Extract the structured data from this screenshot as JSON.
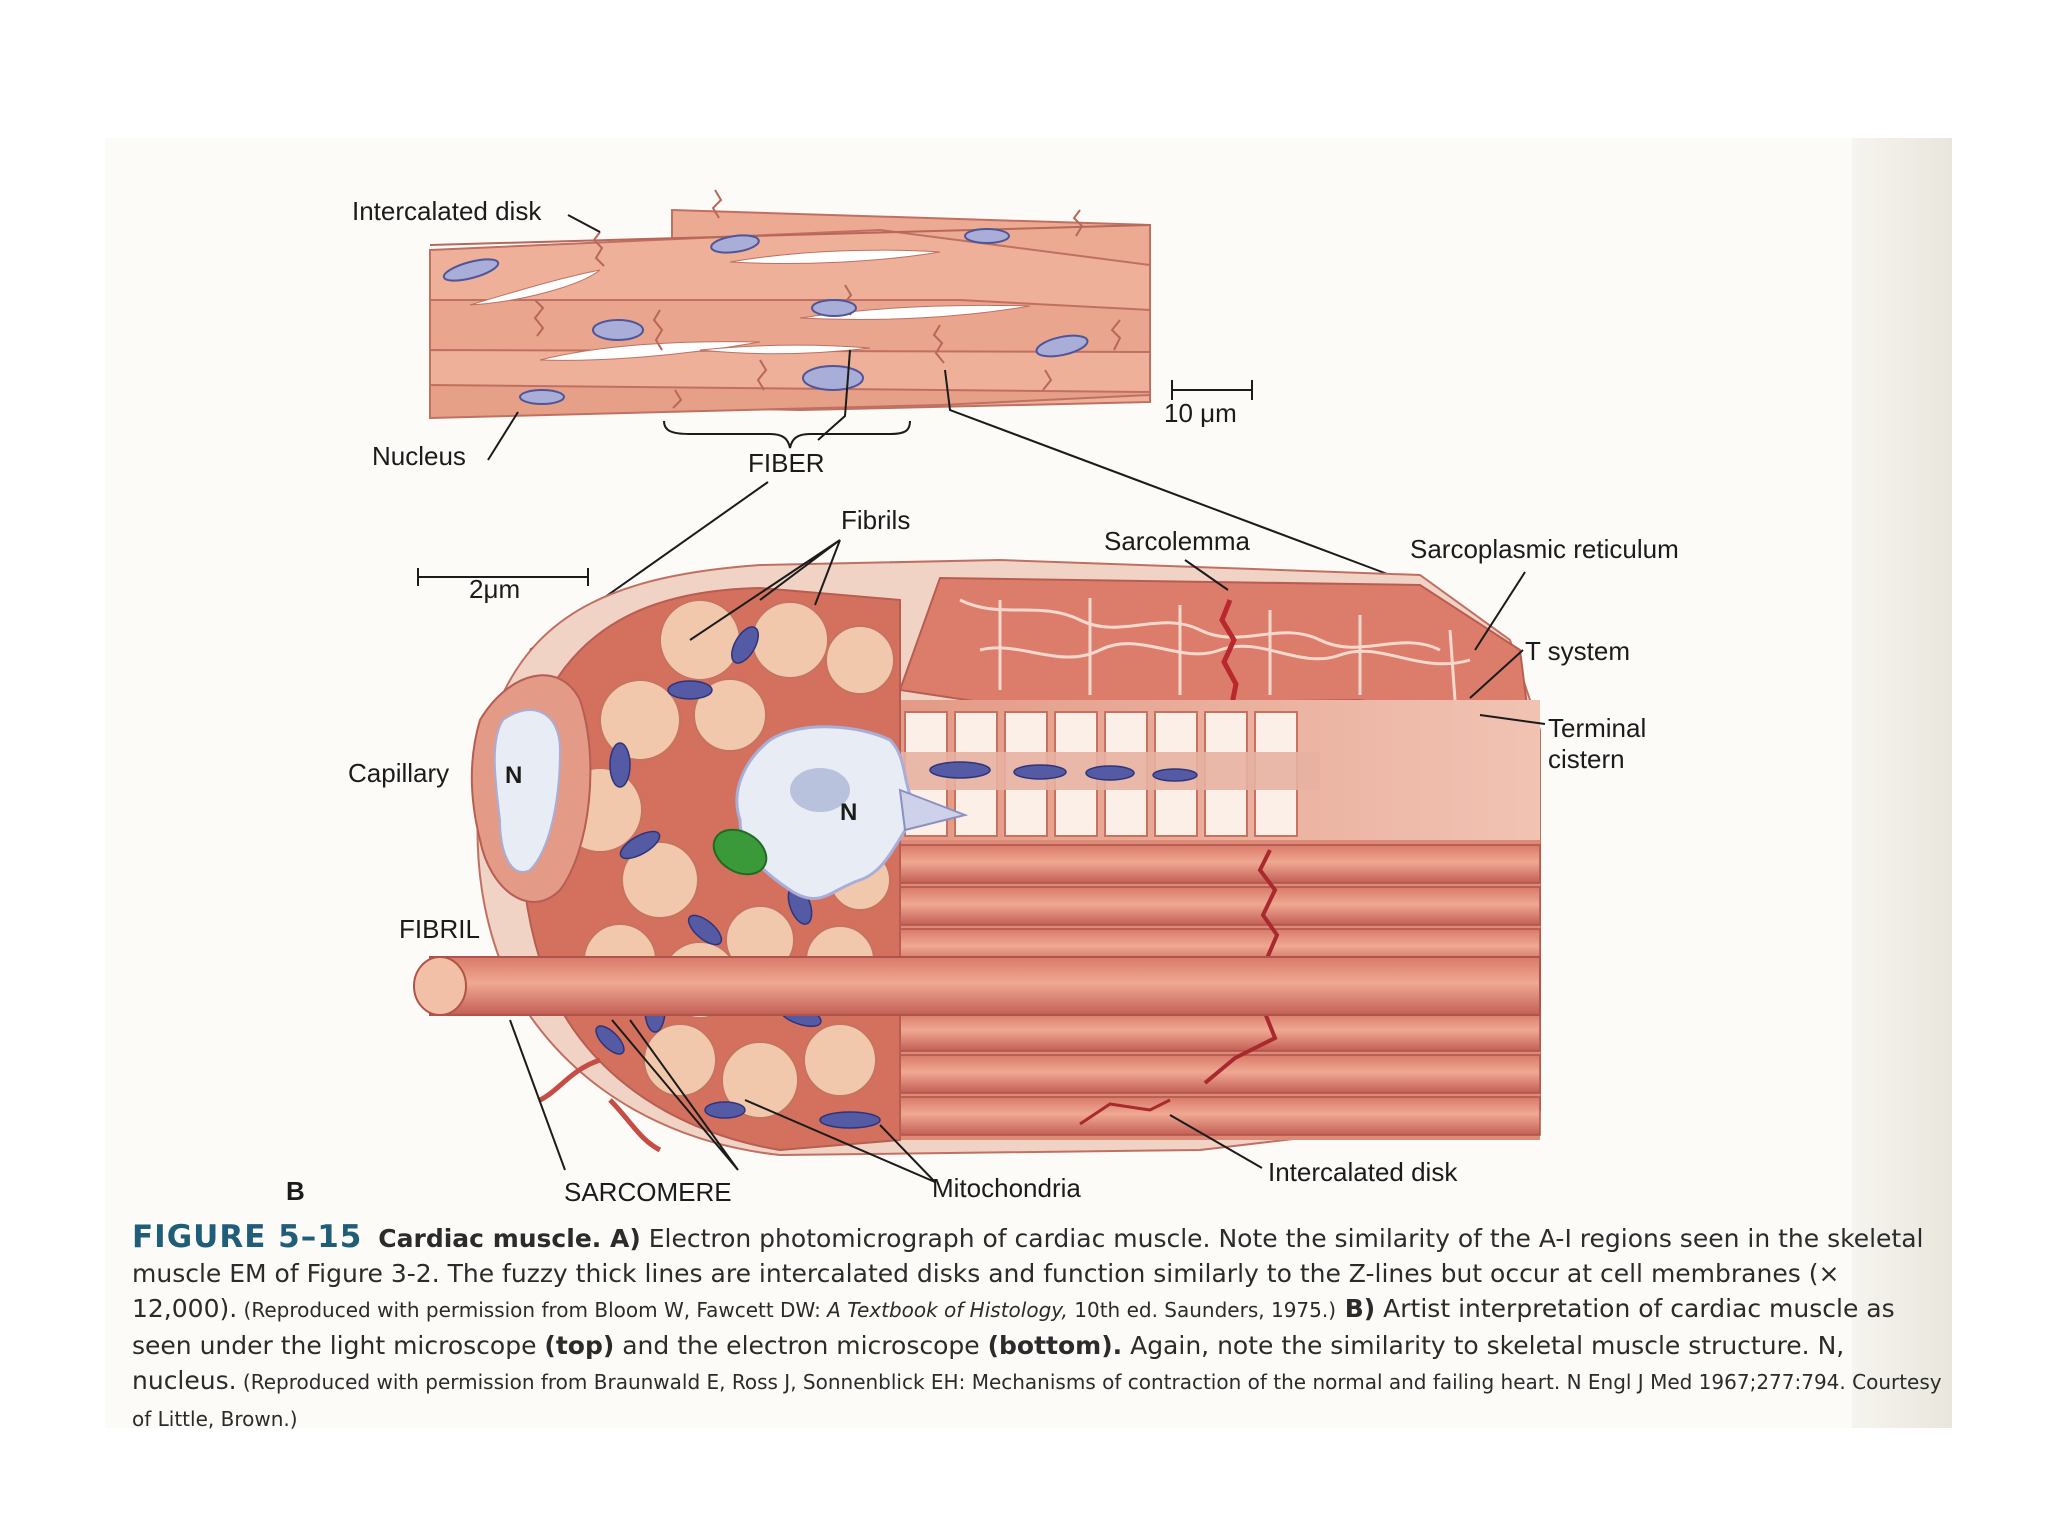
{
  "labels": {
    "intercalated_disk_top": "Intercalated disk",
    "nucleus": "Nucleus",
    "fiber": "FIBER",
    "scale_10": "10 μm",
    "fibrils": "Fibrils",
    "sarcolemma": "Sarcolemma",
    "sarcoplasmic_reticulum": "Sarcoplasmic reticulum",
    "scale_2": "2μm",
    "t_system": "T system",
    "terminal_cistern_1": "Terminal",
    "terminal_cistern_2": "cistern",
    "capillary": "Capillary",
    "capillary_nucleus": "N",
    "cell_nucleus": "N",
    "fibril": "FIBRIL",
    "panel_b": "B",
    "sarcomere": "SARCOMERE",
    "mitochondria": "Mitochondria",
    "intercalated_disk_bottom": "Intercalated disk"
  },
  "caption": {
    "figure_number": "FIGURE 5–15",
    "title": "Cardiac muscle. A)",
    "text_a": " Electron photomicrograph of cardiac muscle. Note the similarity of the A-I regions seen in the skeletal muscle EM of Figure 3-2. The fuzzy thick lines are intercalated disks and function similarly to the Z-lines but occur at cell membranes (× 12,000).",
    "credit_a_pre": " (Reproduced with permission from Bloom W, Fawcett DW: ",
    "credit_a_book": "A Textbook of Histology,",
    "credit_a_post": " 10th ed. Saunders, 1975.)",
    "part_b": " B)",
    "text_b1": " Artist interpretation of cardiac muscle as seen under the light microscope ",
    "top": "(top)",
    "text_b2": " and the electron microscope ",
    "bottom": "(bottom).",
    "text_b3": " Again, note the similarity to skeletal muscle structure. N, nucleus.",
    "credit_b": " (Reproduced with permission from Braunwald E, Ross J, Sonnenblick EH: Mechanisms of contraction of the normal and failing heart. N Engl J Med 1967;277:794. Courtesy of Little, Brown.)"
  },
  "colors": {
    "muscle": "#e9a088",
    "muscle_dark": "#c8645a",
    "fibril_face": "#f3c9ad",
    "mitochondria": "#545aa4",
    "nucleus": "#a8aed8",
    "cell_nucleus": "#e8ecf4",
    "green_body": "#3a9a3a",
    "caption_fig": "#1f5d78"
  }
}
